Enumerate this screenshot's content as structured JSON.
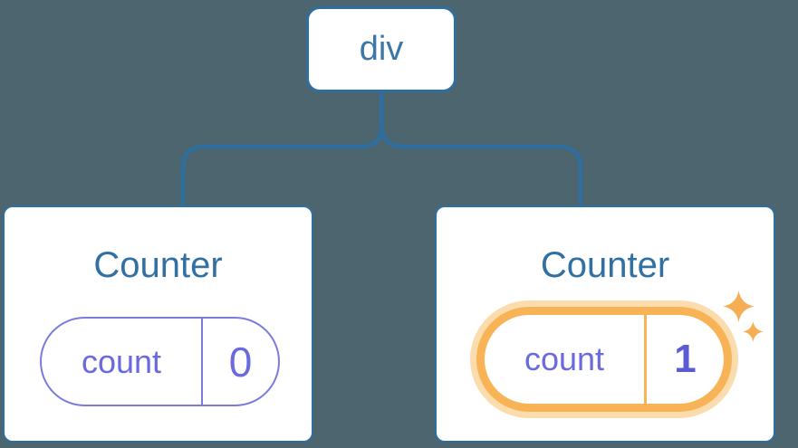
{
  "diagram": {
    "root": {
      "label": "div"
    },
    "children": [
      {
        "title": "Counter",
        "state_key": "count",
        "state_value": "0",
        "highlighted": false
      },
      {
        "title": "Counter",
        "state_key": "count",
        "state_value": "1",
        "highlighted": true
      }
    ]
  },
  "colors": {
    "background": "#4D656F",
    "connector_blue": "#2F6F9F",
    "node_text_blue": "#3D77A8",
    "title_blue": "#3170A2",
    "state_text_purple": "#6A6ADE",
    "state_value_bold_purple": "#5B5BD6",
    "pill_border_purple": "#7B7BDC",
    "highlight_orange": "#F8B357",
    "highlight_glow": "#FBDCAD",
    "sparkle_orange": "#F6AE54",
    "card_background": "#FFFFFF"
  },
  "icons": [
    {
      "name": "sparkle-icon"
    }
  ]
}
